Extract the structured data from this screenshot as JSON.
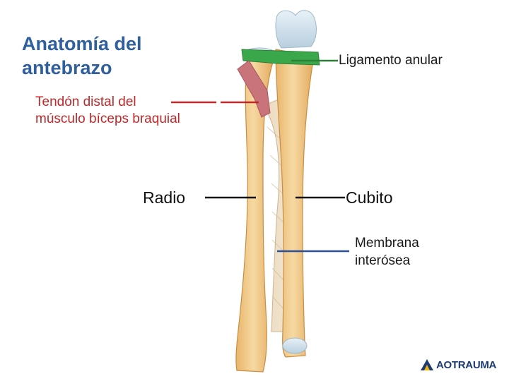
{
  "title": {
    "line1": "Anatomía del",
    "line2": "antebrazo"
  },
  "labels": {
    "tendon_line1": "Tendón distal del",
    "tendon_line2": "músculo bíceps braquial",
    "ligament": "Ligamento anular",
    "radius": "Radio",
    "ulna": "Cubito",
    "membrane_line1": "Membrana",
    "membrane_line2": "interósea"
  },
  "logo": {
    "prefix": "AO",
    "suffix": "TRAUMA"
  },
  "colors": {
    "title": "#2f5f9c",
    "tendon_label": "#c0282a",
    "bone": "#f2c98a",
    "ligament": "#3aa84a",
    "tendon": "#c9747a",
    "membrane_leader": "#2b4f9a"
  }
}
